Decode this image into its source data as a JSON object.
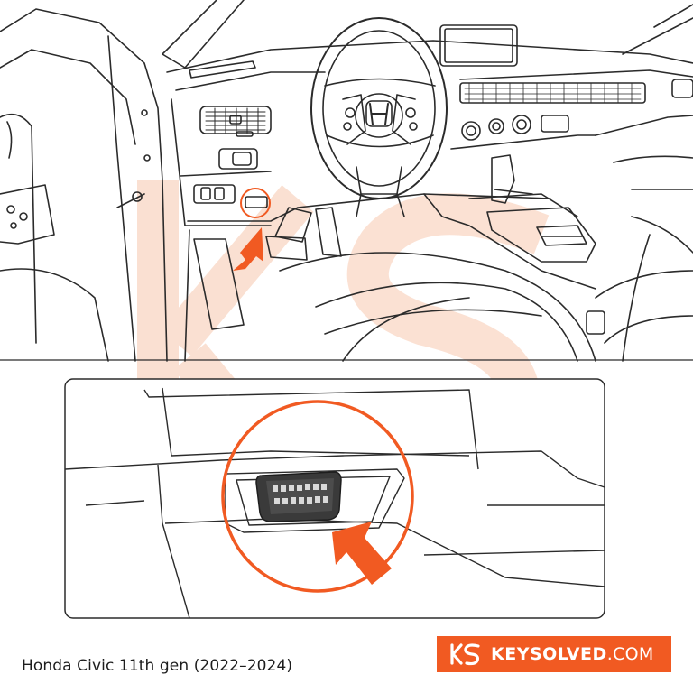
{
  "caption": "Honda Civic 11th gen (2022–2024)",
  "brand": {
    "name": "KEYSOLVED",
    "tld": ".COM"
  },
  "colors": {
    "accent": "#f15a22",
    "line": "#2b2b2b",
    "watermark": "#f7c8ae"
  },
  "icons": [
    "honda-logo-icon",
    "keysolved-logo-icon",
    "pointer-arrow-icon"
  ]
}
